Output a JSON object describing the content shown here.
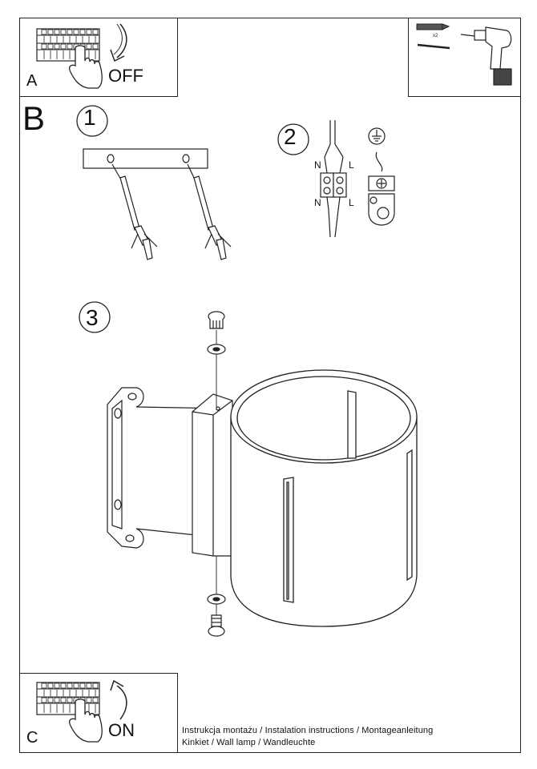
{
  "panel_a": {
    "letter": "A",
    "action": "OFF"
  },
  "panel_b": {
    "letter": "B",
    "steps": [
      "1",
      "2",
      "3"
    ]
  },
  "panel_c": {
    "letter": "C",
    "action": "ON"
  },
  "tools": {
    "quantity": "x2"
  },
  "wiring": {
    "top_left": "N",
    "top_right": "L",
    "bottom_left": "N",
    "bottom_right": "L"
  },
  "footer": {
    "line1": "Instrukcja montażu / Instalation instructions / Montageanleitung",
    "line2": "Kinkiet  / Wall lamp / Wandleuchte"
  }
}
